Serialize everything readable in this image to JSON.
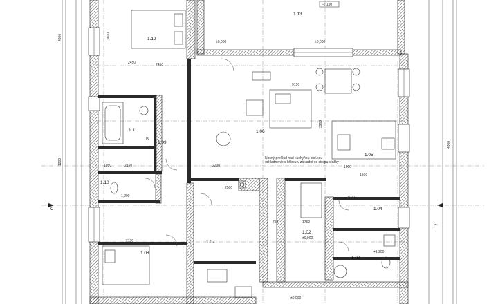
{
  "rooms": [
    {
      "id": "1.12",
      "label": "1.12"
    },
    {
      "id": "1.13",
      "label": "1.13"
    },
    {
      "id": "1.06",
      "label": "1.06"
    },
    {
      "id": "1.05",
      "label": "1.05"
    },
    {
      "id": "1.11",
      "label": "1.11"
    },
    {
      "id": "1.09",
      "label": "1.09"
    },
    {
      "id": "1.10",
      "label": "1.10"
    },
    {
      "id": "1.04",
      "label": "1.04"
    },
    {
      "id": "1.02",
      "label": "1.02"
    },
    {
      "id": "1.07",
      "label": "1.07"
    },
    {
      "id": "1.08",
      "label": "1.08"
    },
    {
      "id": "1.03",
      "label": "1.03"
    }
  ],
  "levels": {
    "terrace": "-0,150",
    "zero": "±0,000",
    "wet": "+1,200"
  },
  "note": {
    "line1": "Nosný prekład nad kuchyňou stol.kou",
    "line2": "uskladnenie s kŕibou v základni od stropu vložky"
  },
  "dimensions": {
    "d2450a": "2450",
    "d2450b": "2450",
    "d9150": "9150",
    "d2150": "2150",
    "d1050": "1050",
    "d2200": "2200",
    "d1750": "1750",
    "d3600": "3600",
    "d4600": "4600",
    "d1200": "1200",
    "d3900": "3900",
    "d750": "750",
    "d700": "700",
    "d1000": "1000",
    "d2500": "2500",
    "d4300": "4300",
    "d1500": "1500",
    "d1100": "1100"
  },
  "axes": {
    "left": "C",
    "right": "C'"
  }
}
